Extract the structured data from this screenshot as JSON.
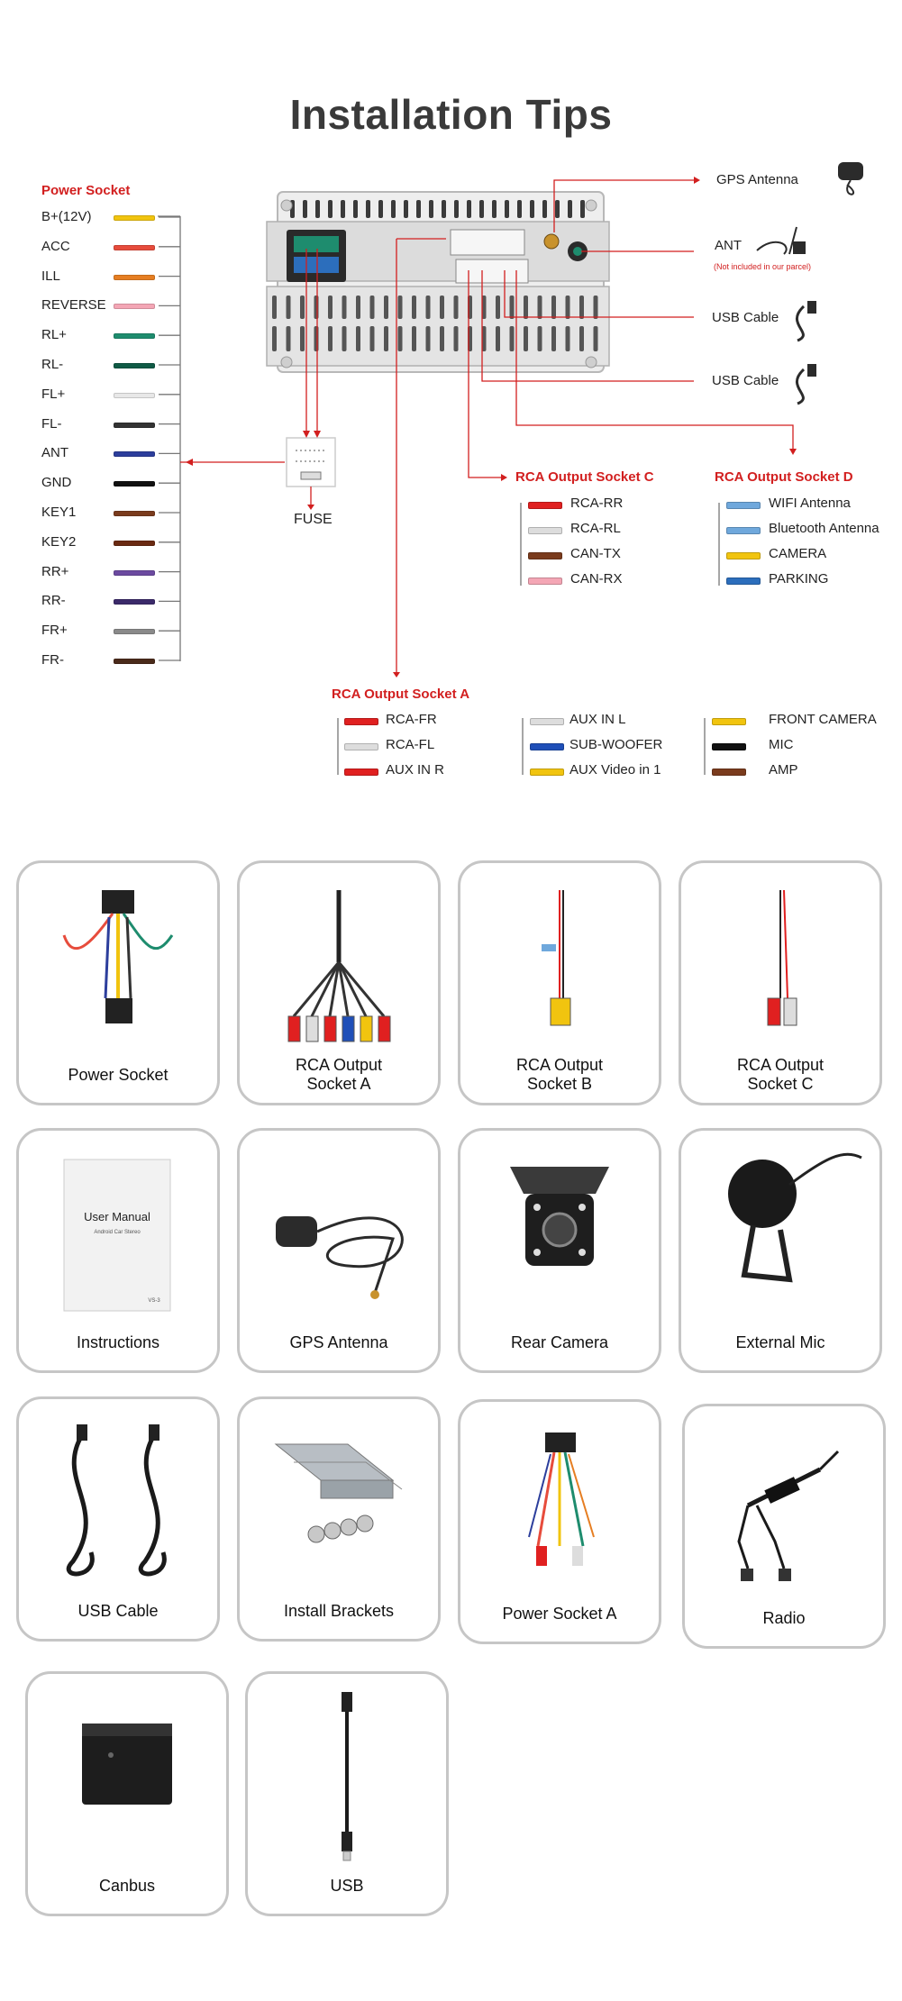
{
  "title": "Installation Tips",
  "power_socket": {
    "heading": "Power Socket",
    "pins": [
      {
        "label": "B+(12V)",
        "color": "#f1c40f"
      },
      {
        "label": "ACC",
        "color": "#e74c3c"
      },
      {
        "label": "ILL",
        "color": "#e67e22"
      },
      {
        "label": "REVERSE",
        "color": "#f4a6b5"
      },
      {
        "label": "RL+",
        "color": "#1e8c6e"
      },
      {
        "label": "RL-",
        "color": "#0f5a45"
      },
      {
        "label": "FL+",
        "color": "#e8e8e8"
      },
      {
        "label": "FL-",
        "color": "#333333"
      },
      {
        "label": "ANT",
        "color": "#2c3e9c"
      },
      {
        "label": "GND",
        "color": "#111111"
      },
      {
        "label": "KEY1",
        "color": "#7a3b1d"
      },
      {
        "label": "KEY2",
        "color": "#6a2a12"
      },
      {
        "label": "RR+",
        "color": "#6c4aa0"
      },
      {
        "label": "RR-",
        "color": "#3b2a6a"
      },
      {
        "label": "FR+",
        "color": "#8a8a8a"
      },
      {
        "label": "FR-",
        "color": "#4a2a1a"
      }
    ]
  },
  "fuse_label": "FUSE",
  "right_side": {
    "gps": "GPS Antenna",
    "ant": "ANT",
    "ant_note": "(Not included in our parcel)",
    "usb1": "USB Cable",
    "usb2": "USB Cable"
  },
  "socket_c": {
    "heading": "RCA Output Socket C",
    "items": [
      {
        "label": "RCA-RR",
        "color": "#e02020"
      },
      {
        "label": "RCA-RL",
        "color": "#dddddd"
      },
      {
        "label": "CAN-TX",
        "color": "#7a3b1d"
      },
      {
        "label": "CAN-RX",
        "color": "#f4a6b5"
      }
    ]
  },
  "socket_d": {
    "heading": "RCA Output Socket D",
    "items": [
      {
        "label": "WIFI Antenna",
        "color": "#6fa8dc"
      },
      {
        "label": "Bluetooth Antenna",
        "color": "#6fa8dc"
      },
      {
        "label": "CAMERA",
        "color": "#f1c40f"
      },
      {
        "label": "PARKING",
        "color": "#2c6ebc"
      }
    ]
  },
  "socket_a": {
    "heading": "RCA Output Socket A",
    "col1": [
      {
        "label": "RCA-FR",
        "color": "#e02020"
      },
      {
        "label": "RCA-FL",
        "color": "#dddddd"
      },
      {
        "label": "AUX IN R",
        "color": "#e02020"
      }
    ],
    "col2": [
      {
        "label": "AUX IN L",
        "color": "#dddddd"
      },
      {
        "label": "SUB-WOOFER",
        "color": "#1f4fb8"
      },
      {
        "label": "AUX Video in 1",
        "color": "#f1c40f"
      }
    ],
    "col3": [
      {
        "label": "FRONT CAMERA",
        "color": "#f1c40f"
      },
      {
        "label": "MIC",
        "color": "#111111"
      },
      {
        "label": "AMP",
        "color": "#7a3b1d"
      }
    ]
  },
  "cards": [
    {
      "label": "Power Socket",
      "icon": "power-socket-harness"
    },
    {
      "label": "RCA Output Socket A",
      "icon": "rca-cable-a"
    },
    {
      "label": "RCA Output Socket B",
      "icon": "rca-cable-b"
    },
    {
      "label": "RCA Output Socket C",
      "icon": "rca-cable-c"
    },
    {
      "label": "Instructions",
      "icon": "user-manual",
      "manual_title": "User Manual",
      "manual_sub": "Android Car Stereo",
      "manual_code": "VS-3"
    },
    {
      "label": "GPS Antenna",
      "icon": "gps-antenna"
    },
    {
      "label": "Rear Camera",
      "icon": "rear-camera"
    },
    {
      "label": "External Mic",
      "icon": "external-mic"
    },
    {
      "label": "USB Cable",
      "icon": "usb-cables"
    },
    {
      "label": "Install  Brackets",
      "icon": "install-brackets"
    },
    {
      "label": "Power Socket  A",
      "icon": "power-socket-a"
    },
    {
      "label": "Radio",
      "icon": "radio-adapter"
    },
    {
      "label": "Canbus",
      "icon": "canbus-box"
    },
    {
      "label": "USB",
      "icon": "usb-cable-single"
    }
  ]
}
